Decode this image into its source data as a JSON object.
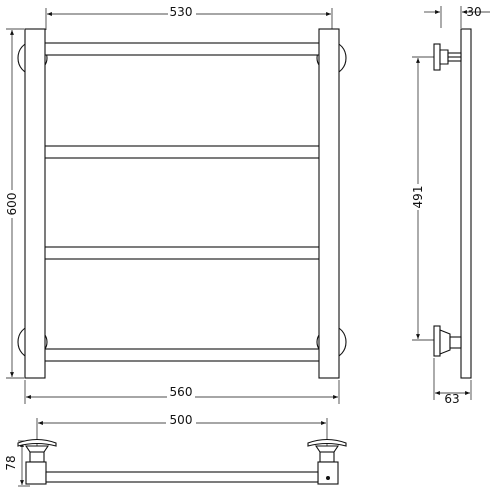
{
  "dimensions": {
    "top_width": "530",
    "bottom_width": "560",
    "height": "600",
    "side_depth_top": "30",
    "side_mount_height": "491",
    "side_depth_bottom": "63",
    "plan_width": "500",
    "plan_depth": "78"
  }
}
